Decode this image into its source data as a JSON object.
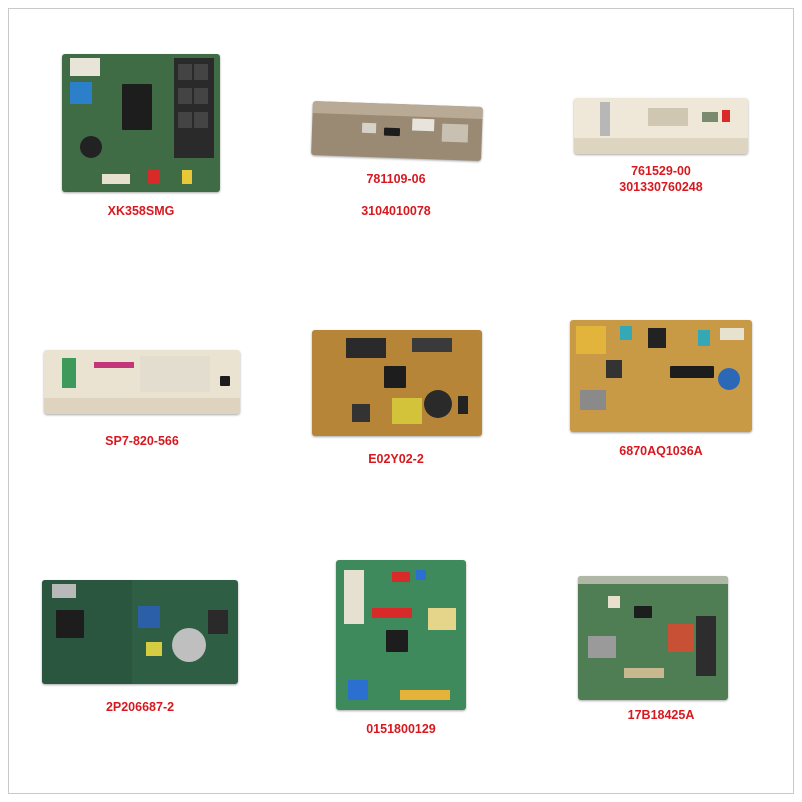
{
  "products": [
    {
      "id": "p1",
      "label": "XK358SMG",
      "board_color": "#3f6b45"
    },
    {
      "id": "p2",
      "label": "781109-06",
      "label2": "3104010078",
      "board_color": "#9a8a74"
    },
    {
      "id": "p3",
      "label": "761529-00",
      "label2": "301330760248",
      "board_color": "#efe7d7"
    },
    {
      "id": "p4",
      "label": "SP7-820-566",
      "board_color": "#ebe3d2"
    },
    {
      "id": "p5",
      "label": "E02Y02-2",
      "board_color": "#b68537"
    },
    {
      "id": "p6",
      "label": "6870AQ1036A",
      "board_color": "#c99a45"
    },
    {
      "id": "p7",
      "label": "2P206687-2",
      "board_color": "#2e5f45"
    },
    {
      "id": "p8",
      "label": "0151800129",
      "board_color": "#3f8a5c"
    },
    {
      "id": "p9",
      "label": "17B18425A",
      "board_color": "#4f7e55"
    }
  ],
  "colors": {
    "label": "#d8181f",
    "border": "#c9c9c9",
    "background": "#ffffff"
  }
}
